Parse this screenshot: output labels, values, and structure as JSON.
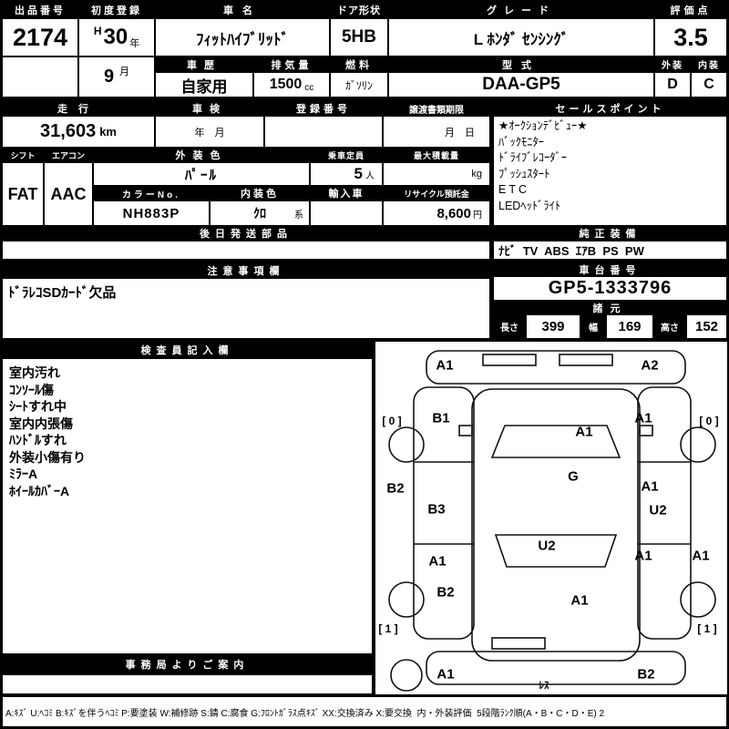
{
  "top": {
    "auction_no_label": "出品番号",
    "auction_no": "2174",
    "first_reg_label": "初度登録",
    "first_reg_era": "H",
    "first_reg_year": "30",
    "first_reg_year_unit": "年",
    "first_reg_month": "9",
    "first_reg_month_unit": "月",
    "car_name_label": "車名",
    "car_name": "ﾌｨｯﾄﾊｲﾌﾞﾘｯﾄﾞ",
    "door_label": "ドア形状",
    "door": "5HB",
    "grade_label": "グレード",
    "grade": "L ﾎﾝﾀﾞ ｾﾝｼﾝｸﾞ",
    "score_label": "評価点",
    "score": "3.5",
    "history_label": "車歴",
    "history": "自家用",
    "displacement_label": "排気量",
    "displacement": "1500",
    "displacement_unit": "cc",
    "fuel_label": "燃料",
    "fuel": "ｶﾞｿﾘﾝ",
    "model_label": "型式",
    "model": "DAA-GP5",
    "exterior_label": "外装",
    "exterior_grade": "D",
    "interior_label": "内装",
    "interior_grade": "C"
  },
  "registration": {
    "mileage_label": "走行",
    "mileage": "31,603",
    "mileage_unit": "km",
    "inspection_label": "車検",
    "inspection_value": "年　月",
    "reg_no_label": "登録番号",
    "transfer_label": "譲渡書類期限",
    "transfer_value": "月　日"
  },
  "sales": {
    "label": "セールスポイント",
    "items": [
      "★ｵｰｸｼｮﾝﾃﾞﾋﾞｭｰ★",
      "ﾊﾞｯｸﾓﾆﾀｰ",
      "ﾄﾞﾗｲﾌﾞﾚｺｰﾀﾞｰ",
      "ﾌﾟｯｼｭｽﾀｰﾄ",
      "ETC",
      "LEDﾍｯﾄﾞﾗｲﾄ"
    ]
  },
  "spec": {
    "shift_label": "シフト",
    "shift": "FAT",
    "aircon_label": "エアコン",
    "aircon": "AAC",
    "exterior_color_label": "外装色",
    "exterior_color": "ﾊﾟｰﾙ",
    "capacity_label": "乗車定員",
    "capacity": "5",
    "capacity_unit": "人",
    "max_load_label": "最大積載量",
    "max_load_unit": "kg",
    "color_no_label": "カラーNo.",
    "color_no": "NH883P",
    "interior_color_label": "内装色",
    "interior_color": "ｸﾛ",
    "interior_color_suffix": "系",
    "import_label": "輸入車",
    "recycle_label": "リサイクル預託金",
    "recycle_amount": "8,600",
    "recycle_unit": "円"
  },
  "later_parts": {
    "label": "後日発送部品"
  },
  "equipment": {
    "label": "純正装備",
    "value": "ﾅﾋﾞ  TV  ABS  ｴｱB  PS  PW"
  },
  "caution": {
    "label": "注意事項欄",
    "value": "ﾄﾞﾗﾚｺSDｶｰﾄﾞ欠品"
  },
  "chassis": {
    "label": "車台番号",
    "value": "GP5-1333796"
  },
  "dims": {
    "label": "諸元",
    "length_label": "長さ",
    "length": "399",
    "width_label": "幅",
    "width": "169",
    "height_label": "高さ",
    "height": "152"
  },
  "inspector": {
    "label": "検査員記入欄",
    "items": [
      "室内汚れ",
      "ｺﾝｿｰﾙ傷",
      "ｼｰﾄすれ中",
      "室内内張傷",
      "ﾊﾝﾄﾞﾙすれ",
      "外装小傷有り",
      "ﾐﾗｰA",
      "ﾎｲｰﾙｶﾊﾞｰA"
    ]
  },
  "office": {
    "label": "事務局よりご案内"
  },
  "diagram": {
    "markers": [
      "A1",
      "A2",
      "[ 0 ]",
      "B1",
      "A1",
      "[ 0 ]",
      "A1",
      "B2",
      "B3",
      "G",
      "A1",
      "U2",
      "U2",
      "A1",
      "A1",
      "A1",
      "B2",
      "A1",
      "[ 1 ]",
      "[ 1 ]",
      "A1",
      "B2",
      "ﾚｽ"
    ]
  },
  "legend": "A:ｷｽﾞ U:ﾍｺﾐ B:ｷｽﾞを伴うﾍｺﾐ P:要塗装 W:補修跡 S:錆 C:腐食 G:ﾌﾛﾝﾄｶﾞﾗｽ点ｷｽﾞ XX:交換済み X:要交換  内・外装評価  5段階ﾗﾝｸ順(A・B・C・D・E) 2"
}
